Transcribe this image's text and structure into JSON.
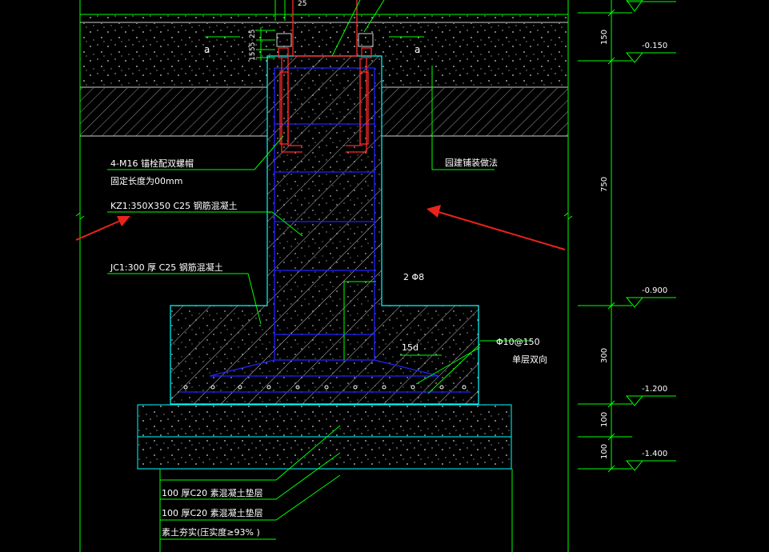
{
  "drawing": {
    "annotations": {
      "anchor_bolt": "4-M16     锚栓配双螺帽",
      "anchor_len": "固定长度为00mm",
      "column": "KZ1:350X350          C25   钢筋混凝土",
      "footing": "JC1:300    厚  C25   钢筋混凝土",
      "garden": "园建铺装做法",
      "stirrup": "2 Φ8",
      "anchorage": "15d",
      "rebar": "Φ10@150",
      "rebar_layer": "单层双向",
      "cushion1": "100   厚C20   素混凝土垫层",
      "cushion2": "100   厚C20   素混凝土垫层",
      "soil": "素土夯实(压实度≥93%  )",
      "top_dim": "25",
      "side_dims": [
        "25",
        "55",
        "15"
      ],
      "anchor_marks": [
        "a",
        "a"
      ]
    },
    "dimensions": {
      "segments": [
        "150",
        "750",
        "300",
        "100",
        "100"
      ],
      "elevations": [
        "-0.150",
        "-0.900",
        "-1.200",
        "-1.400"
      ]
    },
    "colors": {
      "line": "#00ff00",
      "cyan": "#00ffff",
      "white": "#ffffff",
      "rebar": "#2222ff",
      "steel": "#ff2a2a",
      "arrow": "#e8231c",
      "hatch": "#c8c8c8"
    }
  }
}
